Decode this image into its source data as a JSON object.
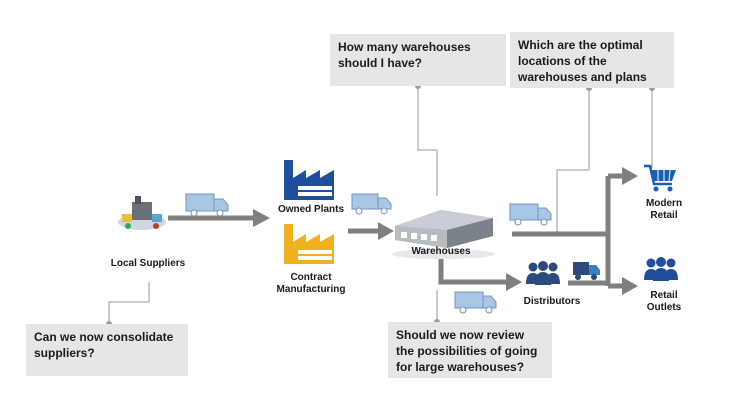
{
  "questions": {
    "warehouses_count": "How many warehouses should I have?",
    "optimal_locations": "Which are the optimal locations of the warehouses and plans",
    "consolidate_suppliers": "Can we now consolidate suppliers?",
    "large_warehouses": "Should we now review the possibilities of going for large warehouses?"
  },
  "nodes": {
    "local_suppliers": "Local Suppliers",
    "owned_plants": "Owned Plants",
    "contract_manufacturing": "Contract Manufacturing",
    "warehouses": "Warehouses",
    "distributors": "Distributors",
    "modern_retail": "Modern Retail",
    "retail_outlets": "Retail Outlets"
  },
  "colors": {
    "arrow": "#7f7f7f",
    "question_bg": "#e6e6e6",
    "truck": "#a9c6e4",
    "factory_blue": "#1f4e9c",
    "factory_yellow": "#f0b020",
    "people": "#2c4a7c",
    "cart": "#1a5fb4"
  }
}
